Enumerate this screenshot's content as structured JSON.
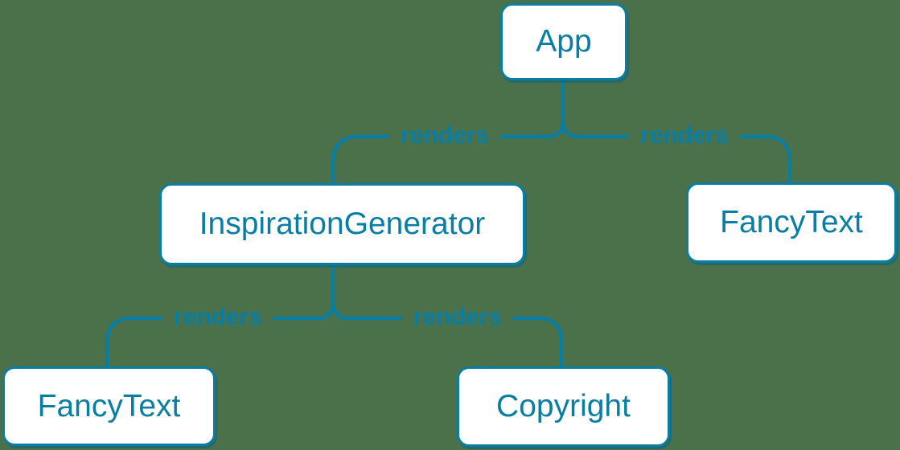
{
  "colors": {
    "background": "#4A7149",
    "accent": "#087EA4",
    "node_fill": "#FFFFFF",
    "shadow": "rgba(7,100,132,0.55)"
  },
  "nodes": [
    {
      "id": "app",
      "label": "App"
    },
    {
      "id": "inspiration-generator",
      "label": "InspirationGenerator"
    },
    {
      "id": "fancy-text-right",
      "label": "FancyText"
    },
    {
      "id": "fancy-text-left",
      "label": "FancyText"
    },
    {
      "id": "copyright",
      "label": "Copyright"
    }
  ],
  "edges": [
    {
      "from": "App",
      "to": "InspirationGenerator",
      "label": "renders"
    },
    {
      "from": "App",
      "to": "FancyText",
      "label": "renders"
    },
    {
      "from": "InspirationGenerator",
      "to": "FancyText",
      "label": "renders"
    },
    {
      "from": "InspirationGenerator",
      "to": "Copyright",
      "label": "renders"
    }
  ]
}
